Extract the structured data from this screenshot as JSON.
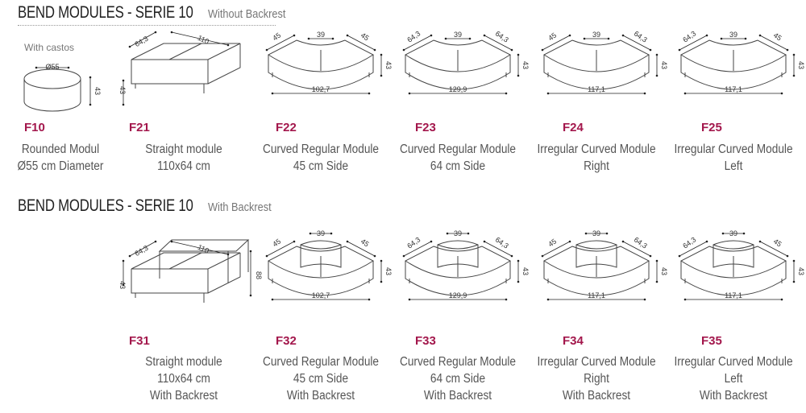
{
  "sections": [
    {
      "title": "BEND MODULES - SERIE 10",
      "subtitle": "Without Backrest",
      "items": [
        {
          "code": "F10",
          "note": "With castos",
          "shape": "round",
          "dims": [
            "Ø55",
            "43"
          ],
          "lines": [
            "Rounded Modul",
            "Ø55 cm Diameter"
          ]
        },
        {
          "code": "F21",
          "shape": "straight",
          "dims": [
            "64,3",
            "110",
            "43"
          ],
          "lines": [
            "Straight module",
            "110x64 cm"
          ]
        },
        {
          "code": "F22",
          "shape": "curved",
          "dims": [
            "45",
            "39",
            "45",
            "43",
            "102,7"
          ],
          "lines": [
            "Curved Regular Module",
            "45 cm Side"
          ]
        },
        {
          "code": "F23",
          "shape": "curved",
          "dims": [
            "64,3",
            "39",
            "64,3",
            "43",
            "129,9"
          ],
          "lines": [
            "Curved Regular Module",
            "64 cm Side"
          ]
        },
        {
          "code": "F24",
          "shape": "curved",
          "dims": [
            "45",
            "39",
            "64,3",
            "43",
            "117,1"
          ],
          "lines": [
            "Irregular Curved Module",
            "Right"
          ]
        },
        {
          "code": "F25",
          "shape": "curved",
          "dims": [
            "64,3",
            "39",
            "45",
            "43",
            "117,1"
          ],
          "lines": [
            "Irregular Curved Module",
            "Left"
          ]
        }
      ]
    },
    {
      "title": "BEND MODULES - SERIE 10",
      "subtitle": "With Backrest",
      "items": [
        {
          "code": "F31",
          "shape": "straight-back",
          "dims": [
            "64,3",
            "110",
            "43",
            "88"
          ],
          "lines": [
            "Straight module",
            "110x64 cm",
            "With Backrest"
          ]
        },
        {
          "code": "F32",
          "shape": "curved-back",
          "dims": [
            "45",
            "39",
            "45",
            "43",
            "102,7"
          ],
          "lines": [
            "Curved Regular Module",
            "45 cm Side",
            "With Backrest"
          ]
        },
        {
          "code": "F33",
          "shape": "curved-back",
          "dims": [
            "64,3",
            "39",
            "64,3",
            "43",
            "129,9"
          ],
          "lines": [
            "Curved Regular Module",
            "64 cm Side",
            "With Backrest"
          ]
        },
        {
          "code": "F34",
          "shape": "curved-back",
          "dims": [
            "45",
            "39",
            "64,3",
            "43",
            "117,1"
          ],
          "lines": [
            "Irregular Curved Module",
            "Right",
            "With Backrest"
          ]
        },
        {
          "code": "F35",
          "shape": "curved-back",
          "dims": [
            "64,3",
            "39",
            "45",
            "43",
            "117,1"
          ],
          "lines": [
            "Irregular Curved Module",
            "Left",
            "With Backrest"
          ]
        }
      ]
    }
  ],
  "colors": {
    "code": "#a3174c",
    "line": "#444"
  }
}
